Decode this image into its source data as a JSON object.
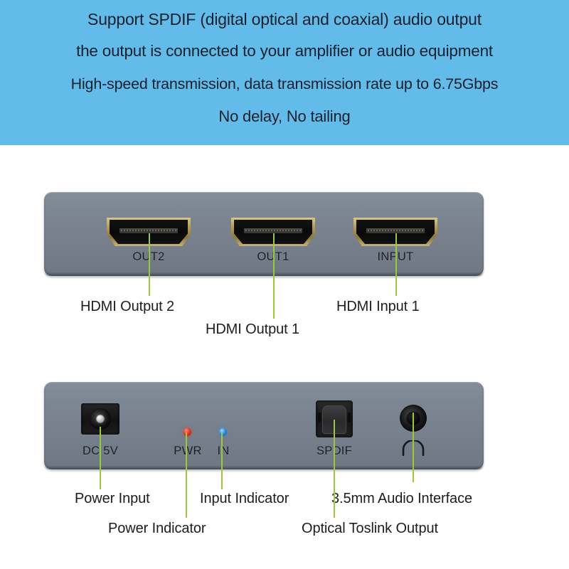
{
  "banner": {
    "background_color": "#62bbe8",
    "text_color": "#16202e",
    "lines": [
      "Support SPDIF (digital optical and coaxial) audio output",
      "the output is connected to your amplifier or audio equipment",
      "High-speed transmission, data transmission rate up to 6.75Gbps",
      "No delay, No tailing"
    ]
  },
  "colors": {
    "panel_gray": "#7a8490",
    "leader_green": "#9ac93e",
    "led_power": "#e8372a",
    "led_input": "#2f8fe0",
    "hdmi_gold": "#b49b50"
  },
  "front_panel": {
    "ports": [
      {
        "silk_label": "OUT2",
        "callout": "HDMI Output 2"
      },
      {
        "silk_label": "OUT1",
        "callout": "HDMI Output 1"
      },
      {
        "silk_label": "INPUT",
        "callout": "HDMI Input 1"
      }
    ]
  },
  "rear_panel": {
    "ports": [
      {
        "silk_label": "DC 5V",
        "callout": "Power Input"
      },
      {
        "silk_label": "PWR",
        "callout": "Power Indicator"
      },
      {
        "silk_label": "IN",
        "callout": "Input Indicator"
      },
      {
        "silk_label": "SPDIF",
        "callout": "Optical Toslink Output"
      },
      {
        "silk_label": "",
        "callout": "3.5mm Audio Interface"
      }
    ]
  }
}
